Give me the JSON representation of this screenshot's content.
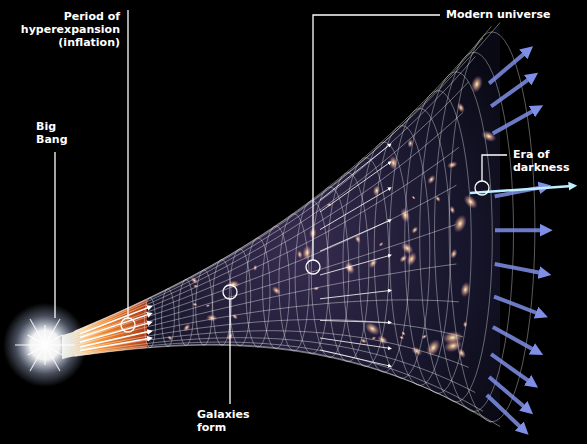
{
  "diagram": {
    "labels": [
      "Big Bang",
      "Period of hyperexpansion (inflation)",
      "Modern universe",
      "Era of darkness",
      "Galaxies form"
    ]
  }
}
